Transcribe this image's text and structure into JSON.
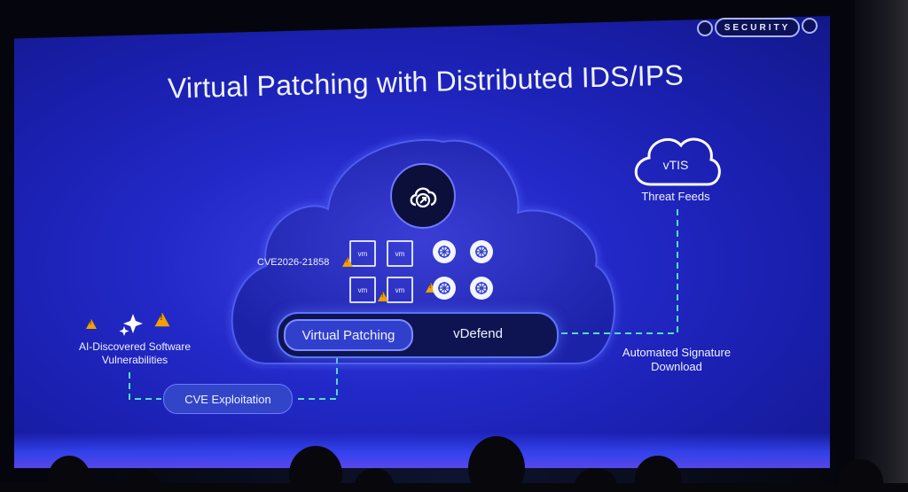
{
  "slide": {
    "title": "Virtual Patching with Distributed IDS/IPS",
    "badge": "SECURITY"
  },
  "diagram": {
    "cve_id": "CVE2026-21858",
    "vm_label": "vm",
    "virtual_patching_label": "Virtual Patching",
    "vdefend_label": "vDefend",
    "cve_exploitation_label": "CVE Exploitation",
    "ai_discovered_line1": "AI-Discovered Software",
    "ai_discovered_line2": "Vulnerabilities",
    "vtis_label": "vTIS",
    "threat_feeds_label": "Threat Feeds",
    "automated_line1": "Automated Signature",
    "automated_line2": "Download"
  },
  "icons": [
    "cloud-sync-icon",
    "vm-icon",
    "kubernetes-icon",
    "warning-icon",
    "sparkles-icon",
    "cloud-icon"
  ],
  "colors": {
    "screen": "#2329c8",
    "accent": "#5b74ff",
    "warning": "#f0a000",
    "dash_line": "#4fe0c8",
    "text": "#eef2ff"
  }
}
